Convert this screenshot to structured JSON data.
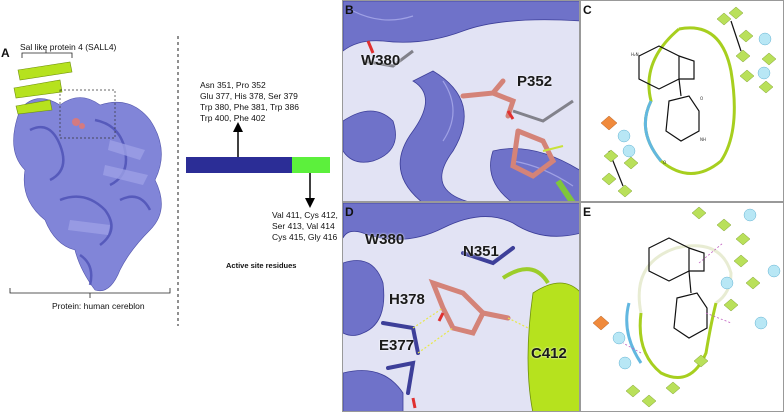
{
  "panelA": {
    "letter": "A",
    "sall4_label": "Sal like protein 4 (SALL4)",
    "protein_label": "Protein: human cereblon"
  },
  "residues_top": [
    "Asn 351, Pro 352",
    "Glu 377, His 378, Ser 379",
    "Trp 380, Phe 381, Trp 386",
    "Trp 400, Phe 402"
  ],
  "residues_bottom": [
    "Val 411, Cys 412,",
    "Ser 413, Val 414",
    "Cys 415, Gly 416"
  ],
  "active_site_label": "Active site residues",
  "colors": {
    "cereblon": "#2b2d96",
    "sall4": "#5cf03c",
    "protein_ribbon": "#6f72c9",
    "ligand": "#d88a7c"
  },
  "panelB": {
    "letter": "B",
    "labels": [
      "W380",
      "P352"
    ]
  },
  "panelC": {
    "letter": "C"
  },
  "panelD": {
    "letter": "D",
    "labels": [
      "W380",
      "N351",
      "H378",
      "E377",
      "C412"
    ]
  },
  "panelE": {
    "letter": "E"
  }
}
